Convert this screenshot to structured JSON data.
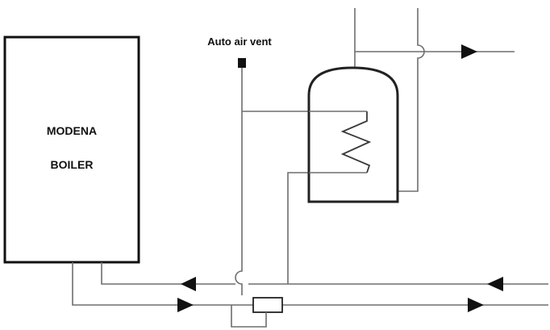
{
  "boiler": {
    "line1": "MODENA",
    "line2": "BOILER"
  },
  "air_vent": {
    "label": "Auto air vent"
  }
}
